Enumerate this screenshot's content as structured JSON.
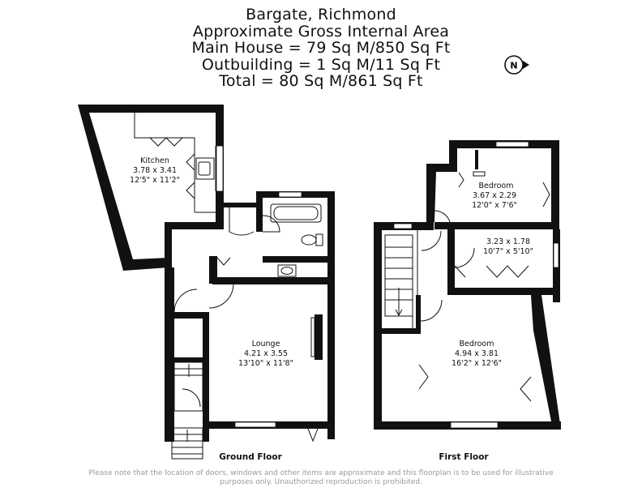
{
  "header": {
    "lines": [
      "Bargate, Richmond",
      "Approximate Gross Internal Area",
      "Main House = 79 Sq M/850 Sq Ft",
      "Outbuilding = 1 Sq M/11 Sq Ft",
      "Total = 80 Sq M/861 Sq Ft"
    ]
  },
  "compass": {
    "letter": "N",
    "icon": "north-arrow-icon"
  },
  "ground_floor": {
    "label": "Ground Floor",
    "rooms": [
      {
        "name": "Kitchen",
        "metric": "3.78 x 3.41",
        "imperial": "12'5\" x 11'2\""
      },
      {
        "name": "Lounge",
        "metric": "4.21 x 3.55",
        "imperial": "13'10\" x 11'8\""
      }
    ]
  },
  "first_floor": {
    "label": "First Floor",
    "rooms": [
      {
        "name": "Bedroom",
        "metric": "3.67 x 2.29",
        "imperial": "12'0\" x 7'6\""
      },
      {
        "name": "",
        "metric": "3.23 x 1.78",
        "imperial": "10'7\" x 5'10\""
      },
      {
        "name": "Bedroom",
        "metric": "4.94 x 3.81",
        "imperial": "16'2\" x 12'6\""
      }
    ]
  },
  "disclaimer": "Please note that the location of doors, windows and other items are approximate and this floorplan is to be used for illustrative purposes only. Unauthorized reproduction is prohibited."
}
